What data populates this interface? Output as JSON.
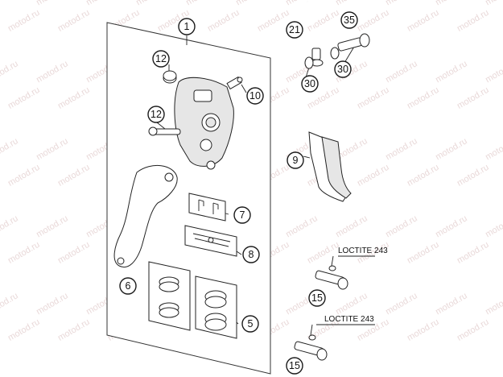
{
  "watermark": "motod.ru",
  "callouts": {
    "c1": "1",
    "c12a": "12",
    "c10": "10",
    "c12b": "12",
    "c7": "7",
    "c8": "8",
    "c6": "6",
    "c5": "5",
    "c21": "21",
    "c35": "35",
    "c30a": "30",
    "c30b": "30",
    "c9": "9",
    "c15a": "15",
    "c15b": "15"
  },
  "labels": {
    "loctite_top": "LOCTITE 243",
    "loctite_bottom": "LOCTITE 243"
  }
}
